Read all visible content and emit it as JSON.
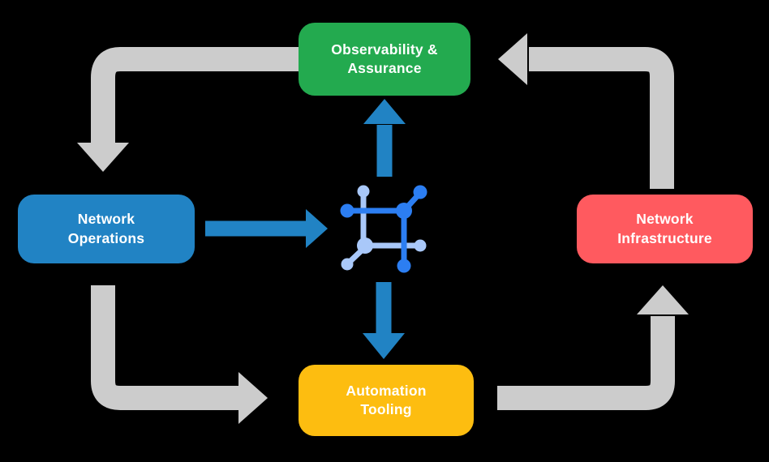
{
  "nodes": {
    "observability": {
      "line1": "Observability &",
      "line2": "Assurance",
      "color": "#23aa4f"
    },
    "operations": {
      "line1": "Network",
      "line2": "Operations",
      "color": "#2183c4"
    },
    "infrastructure": {
      "line1": "Network",
      "line2": "Infrastructure",
      "color": "#ff5a5f"
    },
    "automation": {
      "line1": "Automation",
      "line2": "Tooling",
      "color": "#fdbd10"
    }
  },
  "colors": {
    "background": "#000000",
    "flow_arrow": "#cccccc",
    "blue_arrow": "#2183c4",
    "icon_dark": "#2c7ef2",
    "icon_light": "#a9c8f9",
    "text": "#ffffff"
  },
  "center_icon": {
    "name": "network-automation-icon"
  },
  "flows": {
    "outer_cycle": [
      {
        "from": "Observability & Assurance",
        "to": "Network Operations"
      },
      {
        "from": "Network Operations",
        "to": "Automation Tooling"
      },
      {
        "from": "Automation Tooling",
        "to": "Network Infrastructure"
      },
      {
        "from": "Network Infrastructure",
        "to": "Observability & Assurance"
      }
    ],
    "center_links": [
      {
        "from": "Network Operations",
        "to": "center-icon"
      },
      {
        "from": "center-icon",
        "to": "Observability & Assurance"
      },
      {
        "from": "center-icon",
        "to": "Automation Tooling"
      }
    ]
  }
}
